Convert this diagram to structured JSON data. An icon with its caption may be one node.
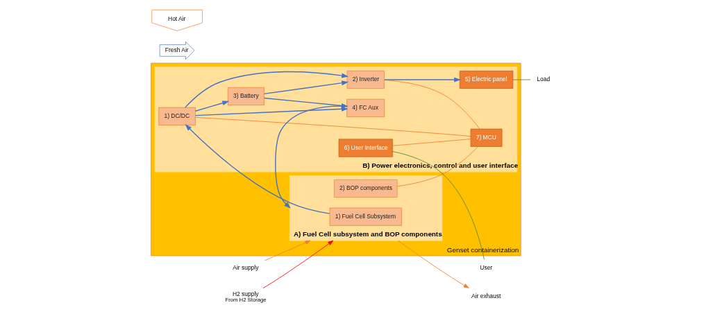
{
  "diagram": {
    "nodes": [
      {
        "text": [
          "Genset containerization"
        ]
      },
      {
        "text": [
          "A) Fuel Cell subsystem and BOP components"
        ],
        "in": 0
      },
      {
        "text": [
          "1) Fuel Cell Subsystem"
        ],
        "in": 1
      },
      {
        "text": [
          "2) BOP components"
        ],
        "in": 1
      },
      {
        "text": [
          "B) Power electronics, control and user interface"
        ],
        "in": 0
      },
      {
        "text": [
          "1) DC/DC"
        ],
        "in": 4
      },
      {
        "text": [
          "2) Inverter"
        ],
        "in": 4
      },
      {
        "text": [
          "5) Electric panel"
        ],
        "in": 4
      },
      {
        "text": [
          "4) FC Aux"
        ],
        "in": 4
      },
      {
        "text": [
          "6) User Interface"
        ],
        "in": 4
      },
      {
        "text": [
          "3) Battery"
        ],
        "in": 4
      },
      {
        "text": [
          "7) MCU"
        ],
        "in": 4
      },
      {
        "text": [
          "Fresh Air"
        ]
      },
      {
        "text": [
          "Hot Air"
        ]
      },
      {
        "text": [
          "Air exhaust"
        ]
      },
      {
        "text": [
          "Air supply"
        ]
      },
      {
        "text": [
          "H2 supply"
        ],
        "beside": [
          "From H2 Storage"
        ]
      },
      {
        "text": [
          "Load"
        ]
      },
      {
        "text": [
          "User"
        ]
      }
    ],
    "edges": [
      {
        "from": 2,
        "to": 5,
        "arrow": "to"
      },
      {
        "from": 5,
        "to": 6,
        "arrow": "to"
      },
      {
        "from": 6,
        "to": 7,
        "arrow": "to"
      },
      {
        "from": 5,
        "to": 10,
        "arrow": "to"
      },
      {
        "from": 10,
        "to": 6,
        "arrow": "to"
      },
      {
        "from": 5,
        "to": 8,
        "arrow": "to"
      },
      {
        "from": 10,
        "to": 8,
        "arrow": "to"
      },
      {
        "from": 8,
        "to": 1,
        "arrow": "to"
      },
      {
        "from": 3,
        "to": 11,
        "arrow": "none",
        "color": "#ed7d31"
      },
      {
        "from": 5,
        "to": 11,
        "arrow": "none",
        "color": "#ed7d31"
      },
      {
        "from": 6,
        "to": 11,
        "arrow": "none",
        "color": "#ed7d31"
      },
      {
        "from": 9,
        "to": 11,
        "arrow": "none",
        "color": "#ed7d31"
      },
      {
        "from": 1,
        "to": 14,
        "arrow": "to",
        "color": "#ed7d31"
      },
      {
        "from": 15,
        "to": 1,
        "arrow": "to",
        "color": "#ed7d31"
      },
      {
        "from": 16,
        "to": 1,
        "arrow": "to",
        "color": "#ff0000"
      },
      {
        "from": 7,
        "to": 17,
        "arrow": "none",
        "color": "#548235"
      },
      {
        "from": 9,
        "to": 18,
        "arrow": "none",
        "color": "#548235"
      }
    ]
  }
}
